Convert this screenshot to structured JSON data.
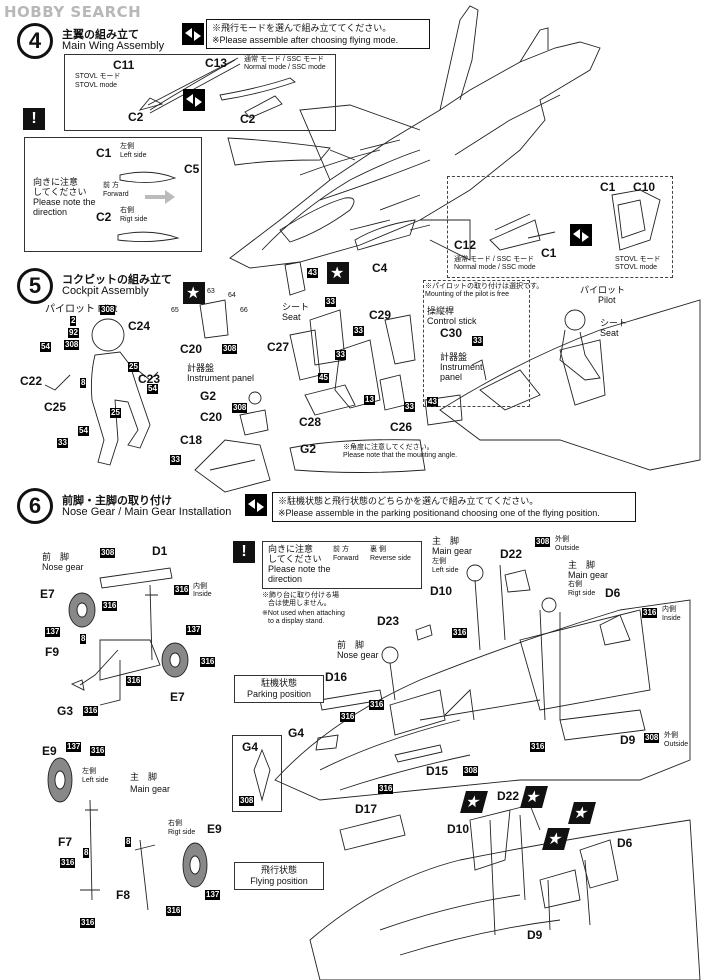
{
  "watermark": "HOBBY SEARCH",
  "step4": {
    "num": "4",
    "title_jp": "主翼の組み立て",
    "title_en": "Main Wing Assembly",
    "note_jp": "※飛行モードを選んで組み立ててください。",
    "note_en": "※Please assemble after choosing flying mode.",
    "parts": {
      "c11": "C11",
      "c13": "C13",
      "c2a": "C2",
      "c2b": "C2",
      "c5": "C5",
      "c4": "C4",
      "c1a": "C1",
      "c2c": "C2",
      "c1b": "C1",
      "c10": "C10",
      "c12": "C12",
      "c1c": "C1"
    },
    "stovl_jp": "STOVL モード",
    "stovl_en": "STOVL mode",
    "normal_jp": "通常 モード / SSC モード",
    "normal_en": "Normal mode / SSC mode",
    "left_jp": "左側",
    "left_en": "Left side",
    "right_jp": "右側",
    "right_en": "Rigt side",
    "caution_jp1": "向きに注意",
    "caution_jp2": "してください",
    "caution_en1": "Please note the",
    "caution_en2": "direction",
    "forward_jp": "前 方",
    "forward_en": "Forward",
    "stovl2_jp": "STOVL モード",
    "stovl2_en": "STOVL mode",
    "normal2_jp": "通常 モード / SSC モード",
    "normal2_en": "Normal mode / SSC mode"
  },
  "step5": {
    "num": "5",
    "title_jp": "コクピットの組み立て",
    "title_en": "Cockpit Assembly",
    "pilot_label": "パイロット Pilot",
    "parts": {
      "c24": "C24",
      "c22": "C22",
      "c23": "C23",
      "c25": "C25",
      "c20a": "C20",
      "c20b": "C20",
      "c18": "C18",
      "g2a": "G2",
      "c27": "C27",
      "c29": "C29",
      "c28": "C28",
      "c26": "C26",
      "g2b": "G2",
      "c30": "C30"
    },
    "colors": {
      "n308a": "308",
      "n2": "2",
      "n92": "92",
      "n308b": "308",
      "n54a": "54",
      "n25a": "25",
      "n8": "8",
      "n54b": "54",
      "n33a": "33",
      "n25b": "25",
      "n54c": "54",
      "n63": "63",
      "n64": "64",
      "n65": "65",
      "n66": "66",
      "n308c": "308",
      "n308d": "308",
      "n33b": "33",
      "n43a": "43",
      "n33c": "33",
      "n33d": "33",
      "n45": "45",
      "n33e": "33",
      "n13": "13",
      "n33f": "33",
      "n43b": "43",
      "n33g": "33"
    },
    "seat_jp": "シート",
    "seat_en": "Seat",
    "instr_jp": "計器盤",
    "instr_en": "Instrument panel",
    "g2_note_jp": "※角度に注意してください。",
    "g2_note_en": "Please note that the mounting angle.",
    "pilot2_jp": "パイロット",
    "pilot2_en": "Pilot",
    "pilot_note_jp": "※パイロットの取り付けは選択です。",
    "pilot_note_en": "Mounting of the pilot is free",
    "stick_jp": "操縦桿",
    "stick_en": "Control stick",
    "seat2_jp": "シート",
    "seat2_en": "Seat",
    "instr2_jp": "計器盤",
    "instr2_en1": "Instrument",
    "instr2_en2": "panel"
  },
  "step6": {
    "num": "6",
    "title_jp": "前脚・主脚の取り付け",
    "title_en": "Nose Gear / Main Gear Installation",
    "note_jp": "※駐機状態と飛行状態のどちらかを選んで組み立ててください。",
    "note_en": "※Please assemble in the parking positionand choosing one of the flying position.",
    "nose_jp": "前　脚",
    "nose_en": "Nose gear",
    "main_jp": "主　脚",
    "main_en": "Main gear",
    "left_jp": "左側",
    "left_en": "Left side",
    "right_jp": "右側",
    "right_en": "Rigt side",
    "inside_jp": "内側",
    "inside_en": "Inside",
    "outside_jp": "外側",
    "outside_en": "Outside",
    "caution_jp1": "向きに注意",
    "caution_jp2": "してください",
    "caution_en1": "Please note the",
    "caution_en2": "direction",
    "forward_jp": "前 方",
    "forward_en": "Forward",
    "reverse_jp": "裏 側",
    "reverse_en": "Reverse side",
    "stand_jp1": "※飾り台に取り付ける場",
    "stand_jp2": "合は使用しません。",
    "stand_en1": "※Not used when attaching",
    "stand_en2": "to a display stand.",
    "parking_jp": "駐機状態",
    "parking_en": "Parking position",
    "flying_jp": "飛行状態",
    "flying_en": "Flying position",
    "parts": {
      "d1": "D1",
      "e7a": "E7",
      "e7b": "E7",
      "f9": "F9",
      "g3": "G3",
      "e9a": "E9",
      "e9b": "E9",
      "f7": "F7",
      "f8": "F8",
      "d10a": "D10",
      "d22a": "D22",
      "d6a": "D6",
      "d23": "D23",
      "d16": "D16",
      "g4a": "G4",
      "g4b": "G4",
      "d15": "D15",
      "d9a": "D9",
      "d17": "D17",
      "d10b": "D10",
      "d22b": "D22",
      "d6b": "D6",
      "d9b": "D9"
    },
    "colors": {
      "a308": "308",
      "a316": "316",
      "b316": "316",
      "c137": "137",
      "d8": "8",
      "e137": "137",
      "f316": "316",
      "g316": "316",
      "h316": "316",
      "i137": "137",
      "j316": "316",
      "k8": "8",
      "l316": "316",
      "m316": "316",
      "n8": "8",
      "o316": "316",
      "p137": "137",
      "q308": "308",
      "r316": "316",
      "s308": "308",
      "t316": "316",
      "u316": "316",
      "v316": "316",
      "w308": "308",
      "x316": "316",
      "y308": "308",
      "z316": "316"
    }
  }
}
